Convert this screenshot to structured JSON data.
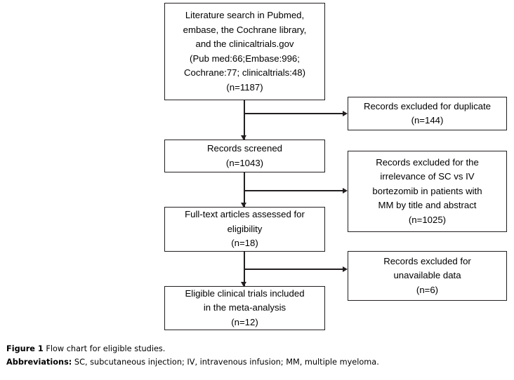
{
  "figure": {
    "flow": {
      "nodes": {
        "search": "Literature search in Pubmed,\nembase, the Cochrane library,\nand the clinicaltrials.gov\n(Pub med:66;Embase:996;\nCochrane:77; clinicaltrials:48)\n(n=1187)",
        "screened": "Records screened\n(n=1043)",
        "fulltext": "Full-text articles assessed for\neligibility\n(n=18)",
        "eligible": "Eligible clinical trials included\nin the meta-analysis\n(n=12)",
        "excluded_duplicate": "Records excluded for duplicate\n(n=144)",
        "excluded_irrelevant": "Records excluded for the\nirrelevance of SC vs IV\nbortezomib in patients with\nMM by title and abstract\n(n=1025)",
        "excluded_unavailable": "Records excluded for\nunavailable data\n(n=6)"
      },
      "counts": {
        "records_identified": 1187,
        "pubmed": 66,
        "embase": 996,
        "cochrane": 77,
        "clinicaltrials": 48,
        "records_screened": 1043,
        "excluded_duplicate": 144,
        "fulltext_assessed": 18,
        "excluded_irrelevant": 1025,
        "excluded_unavailable": 6,
        "included_trials": 12
      }
    },
    "caption": {
      "figure_lead": "Figure 1",
      "figure_text": " Flow chart for eligible studies.",
      "abbreviations_lead": "Abbreviations:",
      "abbreviations_text": " SC, subcutaneous injection; IV, intravenous infusion; MM, multiple myeloma."
    },
    "colors": {
      "stroke": "#231f20",
      "background": "#ffffff",
      "text": "#000000"
    }
  }
}
